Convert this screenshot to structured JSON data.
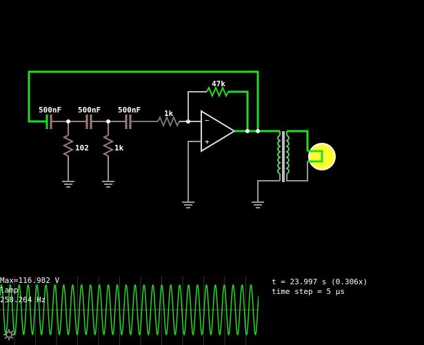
{
  "circuit": {
    "components": {
      "cap1": {
        "type": "capacitor",
        "label": "500nF"
      },
      "cap2": {
        "type": "capacitor",
        "label": "500nF"
      },
      "cap3": {
        "type": "capacitor",
        "label": "500nF"
      },
      "r_shunt1": {
        "type": "resistor",
        "label": "102"
      },
      "r_shunt2": {
        "type": "resistor",
        "label": "1k"
      },
      "r_input": {
        "type": "resistor",
        "label": "1k"
      },
      "r_feedback": {
        "type": "resistor",
        "label": "47k"
      },
      "opamp": {
        "type": "op-amp",
        "minus": "−",
        "plus": "+"
      },
      "transformer": {
        "type": "transformer"
      },
      "lamp": {
        "type": "lamp"
      }
    },
    "colors": {
      "wire_active": "#22dd22",
      "wire_idle": "#999999",
      "resistor_shunt": "#a07d7d",
      "lamp_fill": "#ffff33"
    }
  },
  "scope": {
    "max_label": "Max=116.982 V",
    "name_label": "lamp",
    "freq_label": "258.264 Hz",
    "waveform_color": "#22dd22",
    "cycles_visible": 29
  },
  "sim_info": {
    "time": "t = 23.997 s (0.306x)",
    "time_step": "time step = 5 µs"
  },
  "icons": {
    "settings": "gear-icon"
  }
}
